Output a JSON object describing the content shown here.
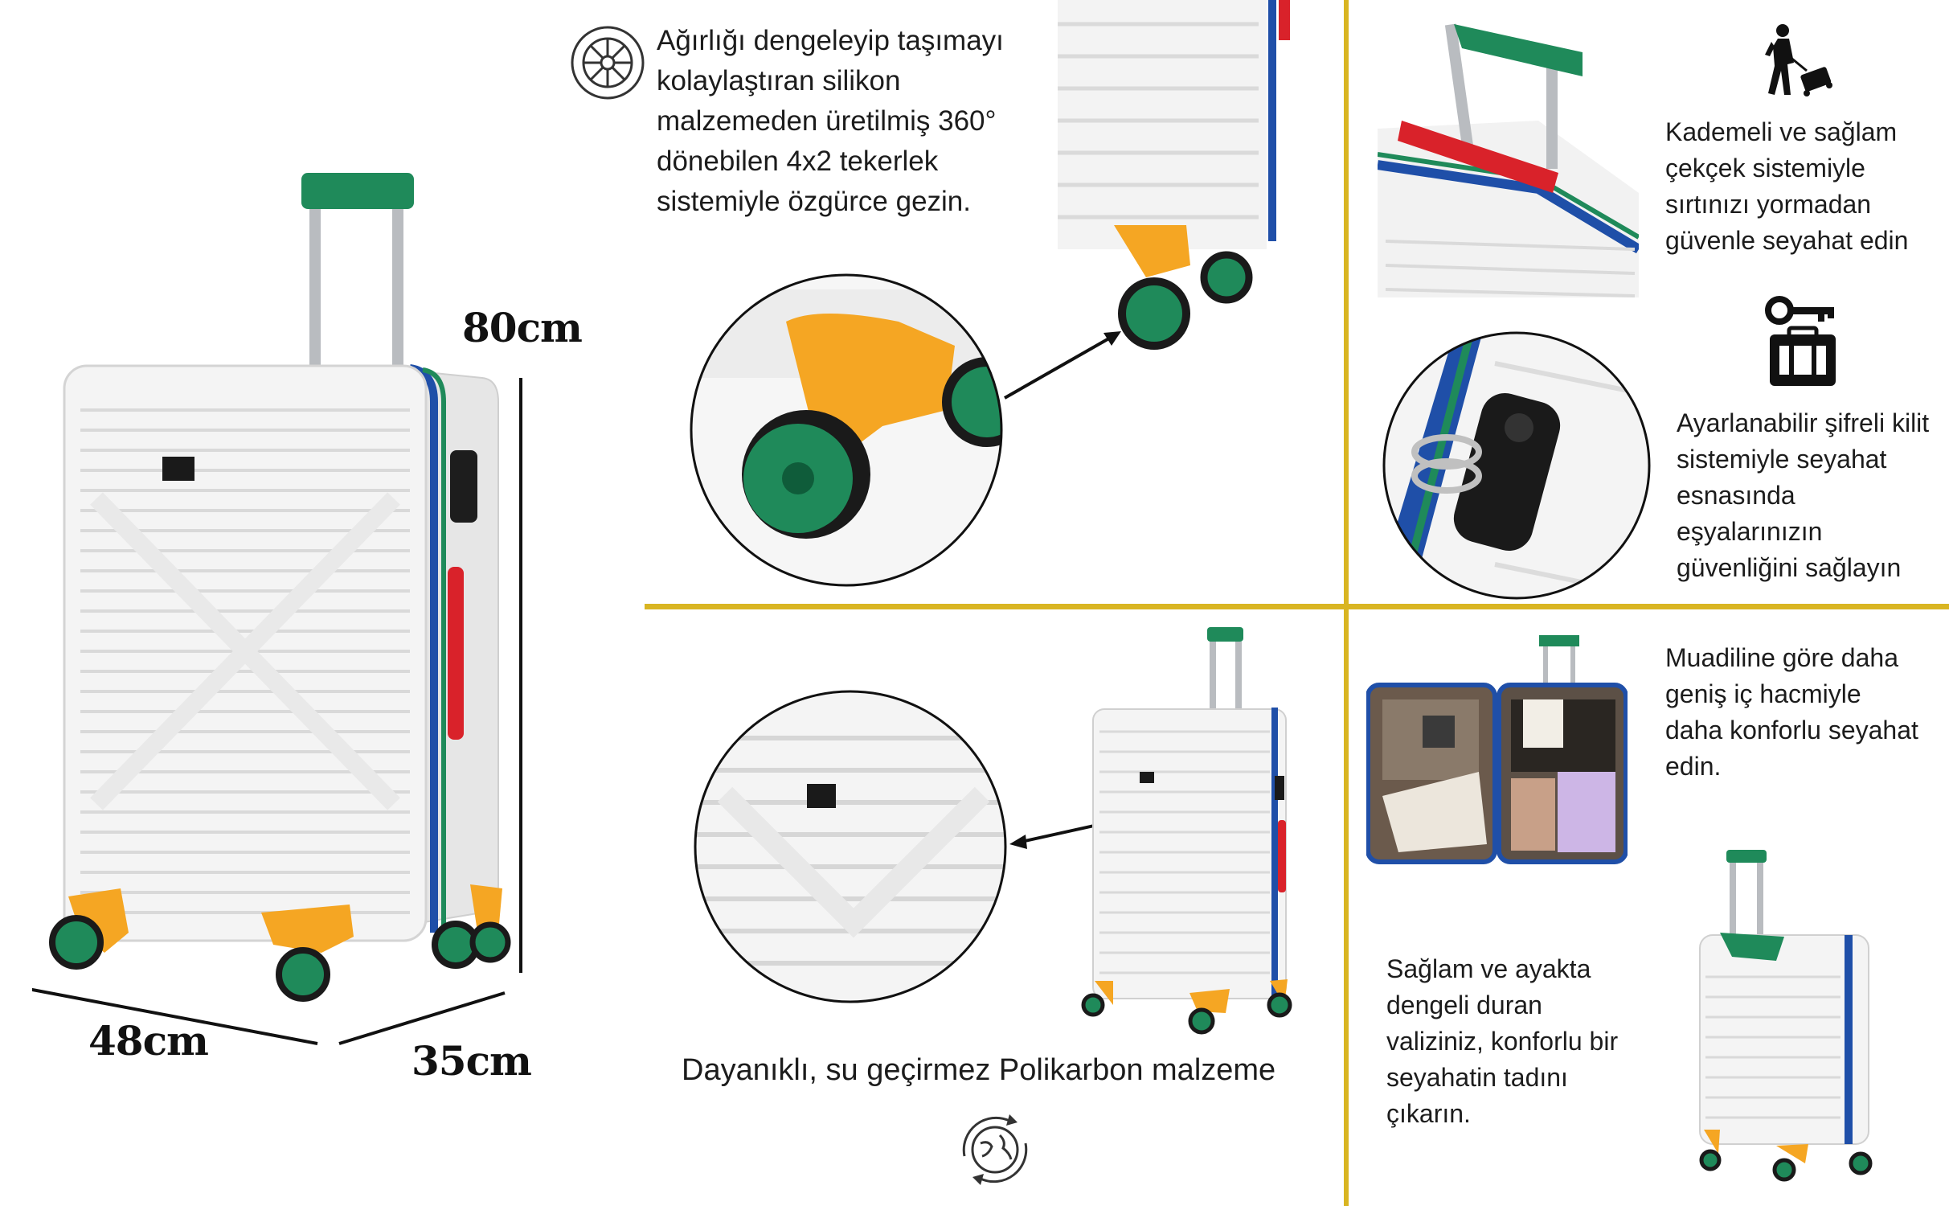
{
  "left_panel": {
    "dimension_height": "80cm",
    "dimension_width": "48cm",
    "dimension_depth": "35cm"
  },
  "wheels_section": {
    "icon": "wheel-icon",
    "text": "Ağırlığı dengeleyip taşımayı\nkolaylaştıran silikon\nmalzemeden üretilmiş 360°\ndönebilen 4x2 tekerlek\nsistemiyle özgürce gezin."
  },
  "handle_section": {
    "icon": "traveler-with-suitcase-icon",
    "text": "Kademeli ve sağlam\nçekçek sistemiyle\nsırtınızı yormadan\ngüvenle seyahat edin"
  },
  "lock_section": {
    "icon": "key-suitcase-icon",
    "text": "Ayarlanabilir şifreli kilit\nsistemiyle seyahat\nesnasında\neşyalarınızın\ngüvenliğini sağlayın"
  },
  "material_section": {
    "text": "Dayanıklı, su geçirmez Polikarbon malzeme",
    "icon": "recycle-globe-icon"
  },
  "volume_section": {
    "text": "Muadiline göre daha\ngeniş iç hacmiyle\ndaha konforlu seyahat\nedin."
  },
  "stability_section": {
    "text": "Sağlam ve ayakta\ndengeli duran\nvaliziniz, konforlu bir\nseyahatin tadını\nçıkarın."
  },
  "colors": {
    "divider": "#d9b522",
    "shell": "#f2f2f2",
    "handle_green": "#1f8a5a",
    "wheel_orange": "#f5a623",
    "zipper_blue": "#1f4fa8",
    "side_red": "#d9222a"
  }
}
